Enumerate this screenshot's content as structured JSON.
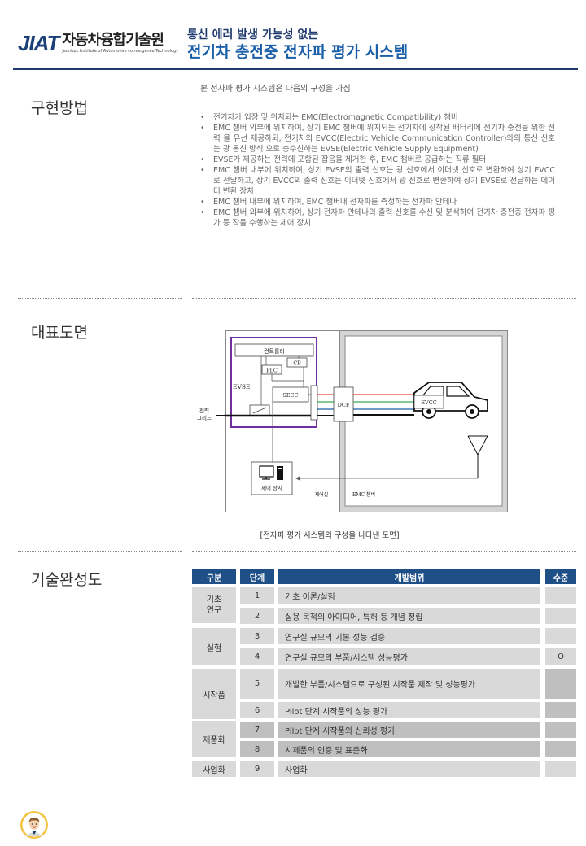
{
  "header": {
    "logo_mark": "JIAT",
    "logo_kr": "자동차융합기술원",
    "logo_en": "Jeonbuk Institute of Automotive convergence Technology",
    "title_sub": "통신 에러 발생 가능성 없는",
    "title_main": "전기차 충전중 전자파 평가 시스템"
  },
  "sections": {
    "impl": "구현방법",
    "drawing": "대표도면",
    "maturity": "기술완성도"
  },
  "impl": {
    "intro": "본 전자파 평가 시스템은 다음의 구성을 가짐",
    "bullets": [
      "전기차가 입장 및 위치되는 EMC(Electromagnetic Compatibility) 챔버",
      "EMC 챔버 외부에 위치하여, 상기 EMC 챔버에 위치되는 전기차에 장착된 배터리에 전기차 충전을 위한 전력 을 유선 제공하되, 전기차의 EVCC(Electric Vehicle Communication Controller)와의 통신 신호는 광 통신 방식 으로 송수신하는 EVSE(Electric Vehicle Supply Equipment)",
      "EVSE가 제공하는 전력에 포함된 잡음을 제거한 후, EMC 챔버로 공급하는 직류 필터",
      "EMC 챔버 내부에 위치하여, 상기 EVSE의 출력 신호는 광 신호에서 이더넷 신호로 변환하여 상기 EVCC로 전달하고, 상기 EVCC의 출력 신호는 이더넷 신호에서 광 신호로 변환하여 상기 EVSE로 전달하는 데이터 변환 장치",
      "EMC 챔버 내부에 위치하여, EMC 챔버내 전자파를 측정하는 전자파 안테나",
      "EMC 챔버 외부에 위치하여, 상기 전자파 안테나의 출력 신호를 수신 및 분석하여 전기차 충전중 전자파 평가 등 작을 수행하는 제어 장치"
    ]
  },
  "figure": {
    "controller": "컨트롤러",
    "cp": "CP",
    "plc": "PLC",
    "evse": "EVSE",
    "secc": "SECC",
    "dcf": "DCF",
    "evcc": "EVCC",
    "grid_line1": "전력",
    "grid_line2": "그리드",
    "control_device": "제어 장치",
    "control_room": "제어실",
    "emc_chamber": "EMC 챔버",
    "caption": "[전자파 평가 시스템의 구성을 나타낸 도면]"
  },
  "table": {
    "headers": [
      "구분",
      "단계",
      "개발범위",
      "수준"
    ],
    "groups": [
      "기초\n연구",
      "실험",
      "시작품",
      "제품화",
      "사업화"
    ],
    "rows": [
      {
        "step": "1",
        "scope": "기초 이론/실험",
        "level": ""
      },
      {
        "step": "2",
        "scope": "실용 목적의 아이디어, 특허 등 개념 정립",
        "level": ""
      },
      {
        "step": "3",
        "scope": "연구실 규모의 기본 성능 검증",
        "level": ""
      },
      {
        "step": "4",
        "scope": "연구실 규모의 부품/시스템 성능평가",
        "level": "O"
      },
      {
        "step": "5",
        "scope": "개발한 부품/시스템으로 구성된 시작품 제작 및 성능평가",
        "level": ""
      },
      {
        "step": "6",
        "scope": "Pilot 단계 시작품의 성능 평가",
        "level": ""
      },
      {
        "step": "7",
        "scope": "Pilot 단계 시작품의 신뢰성 평가",
        "level": ""
      },
      {
        "step": "8",
        "scope": "시제품의 인증 및 표준화",
        "level": ""
      },
      {
        "step": "9",
        "scope": "사업화",
        "level": ""
      }
    ]
  },
  "colors": {
    "navy": "#1f3b6e",
    "title_blue": "#1a5fa8",
    "header_blue": "#1f4f87",
    "cell_gray": "#d9d9d9",
    "evse_purple": "#7030a0",
    "logo_orange": "#e67a1e"
  }
}
